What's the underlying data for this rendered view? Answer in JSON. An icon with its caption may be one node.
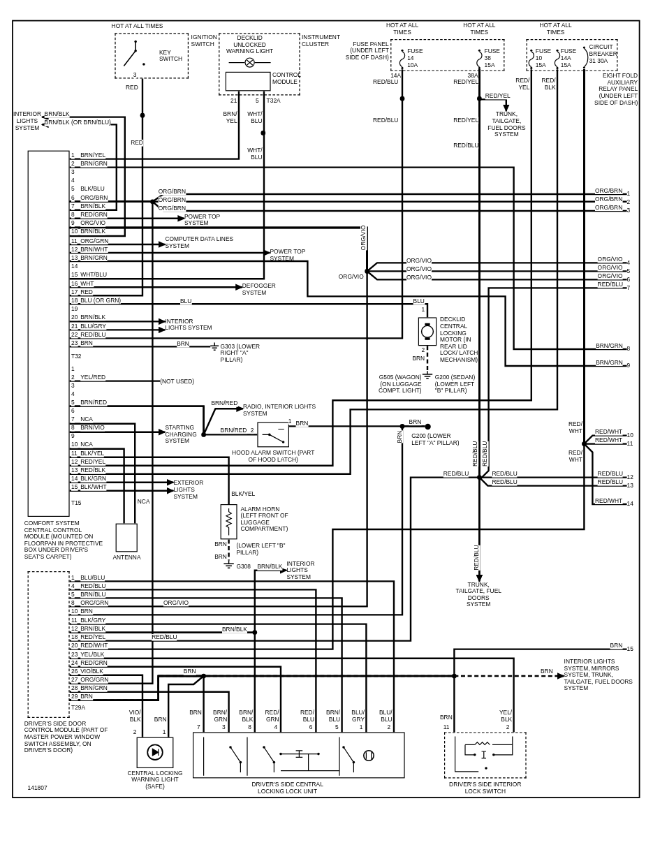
{
  "diagram": {
    "nodes": [
      {
        "text": [
          "IGNITION SWITCH",
          "KEY SWITCH"
        ]
      },
      {
        "text": [
          "INSTRUMENT CLUSTER"
        ]
      },
      {
        "text": [
          "DECKLID UNLOCKED WARNING LIGHT"
        ],
        "in": 1
      },
      {
        "text": [
          "CONTROL MODULE"
        ],
        "in": 1
      },
      {
        "text": [
          "FUSE PANEL (UNDER LEFT SIDE OF DASH)"
        ]
      },
      {
        "text": [
          "FUSE 14 10A"
        ],
        "in": 4
      },
      {
        "text": [
          "FUSE 38 15A"
        ],
        "in": 4
      },
      {
        "text": [
          "EIGHT FOLD AUXILIARY RELAY PANEL (UNDER LEFT SIDE OF DASH)"
        ]
      },
      {
        "text": [
          "FUSE 10 15A"
        ],
        "in": 7
      },
      {
        "text": [
          "FUSE 14A 15A"
        ],
        "in": 7
      },
      {
        "text": [
          "CIRCUIT BREAKER 31 30A"
        ],
        "in": 7
      },
      {
        "text": [
          "TRUNK, TAILGATE, FUEL DOORS SYSTEM"
        ]
      },
      {
        "text": [
          "INTERIOR LIGHTS SYSTEM"
        ]
      },
      {
        "text": [
          "COMFORT SYSTEM CENTRAL CONTROL MODULE (MOUNTED ON FLOORPAN IN PROTECTIVE BOX UNDER DRIVER'S SEAT'S CARPET)"
        ]
      },
      {
        "text": [
          "POWER TOP SYSTEM"
        ]
      },
      {
        "text": [
          "COMPUTER DATA LINES SYSTEM"
        ]
      },
      {
        "text": [
          "POWER TOP SYSTEM"
        ]
      },
      {
        "text": [
          "DEFOGGER SYSTEM"
        ]
      },
      {
        "text": [
          "INTERIOR LIGHTS SYSTEM"
        ]
      },
      {
        "text": [
          "G303 (LOWER RIGHT \"A\" PILLAR)"
        ]
      },
      {
        "text": [
          "(NOT USED)"
        ]
      },
      {
        "text": [
          "DECKLID CENTRAL LOCKING MOTOR (IN REAR LID LOCK/ LATCH MECHANISM)"
        ]
      },
      {
        "text": [
          "G505 (WAGON) (ON LUGGAGE COMPT. LIGHT)",
          "G200 (SEDAN) (LOWER LEFT \"B\" PILLAR)"
        ]
      },
      {
        "text": [
          "RADIO, INTERIOR LIGHTS SYSTEM"
        ]
      },
      {
        "text": [
          "STARTING CHARGING SYSTEM"
        ]
      },
      {
        "text": [
          "HOOD ALARM SWITCH (PART OF HOOD LATCH)"
        ]
      },
      {
        "text": [
          "G200 (LOWER LEFT \"A\" PILLAR)"
        ]
      },
      {
        "text": [
          "EXTERIOR LIGHTS SYSTEM"
        ]
      },
      {
        "text": [
          "ANTENNA"
        ]
      },
      {
        "text": [
          "ALARM HORN (LEFT FRONT OF LUGGAGE COMPARTMENT)"
        ]
      },
      {
        "text": [
          "(LOWER LEFT \"B\" PILLAR)",
          "G308"
        ]
      },
      {
        "text": [
          "INTERIOR LIGHTS SYSTEM"
        ]
      },
      {
        "text": [
          "TRUNK, TAILGATE, FUEL DOORS SYSTEM"
        ]
      },
      {
        "text": [
          "DRIVER'S SIDE DOOR CONTROL MODULE (PART OF MASTER POWER WINDOW SWITCH ASSEMBLY, ON DRIVER'S DOOR)"
        ]
      },
      {
        "text": [
          "CENTRAL LOCKING WARNING LIGHT (SAFE)"
        ]
      },
      {
        "text": [
          "DRIVER'S SIDE CENTRAL LOCKING LOCK UNIT"
        ]
      },
      {
        "text": [
          "INTERIOR LIGHTS SYSTEM, MIRRORS SYSTEM, TRUNK, TAILGATE, FUEL DOORS SYSTEM"
        ]
      },
      {
        "text": [
          "DRIVER'S SIDE INTERIOR LOCK SWITCH"
        ]
      },
      {
        "text": [
          "1"
        ]
      },
      {
        "text": [
          "2"
        ]
      },
      {
        "text": [
          "3"
        ]
      },
      {
        "text": [
          "4"
        ]
      },
      {
        "text": [
          "5"
        ]
      },
      {
        "text": [
          "6"
        ]
      },
      {
        "text": [
          "7"
        ]
      },
      {
        "text": [
          "8"
        ]
      },
      {
        "text": [
          "9"
        ]
      },
      {
        "text": [
          "10"
        ]
      },
      {
        "text": [
          "11"
        ]
      },
      {
        "text": [
          "12"
        ]
      },
      {
        "text": [
          "13"
        ]
      },
      {
        "text": [
          "14"
        ]
      },
      {
        "text": [
          "15"
        ]
      }
    ],
    "edges": [
      {
        "from": 0,
        "to": 13,
        "arrow": "none",
        "label": "RED"
      },
      {
        "from": 3,
        "to": 13,
        "arrow": "none",
        "label": "BRN/ YEL"
      },
      {
        "from": 3,
        "to": 13,
        "arrow": "none",
        "label": "WHT/ BLU"
      },
      {
        "from": 13,
        "to": 12,
        "arrow": "to",
        "label": "BRN/BLK (OR BRN/BLU)"
      },
      {
        "from": 13,
        "to": 12,
        "arrow": "to",
        "label": "BRN/BLK"
      },
      {
        "from": 13,
        "to": 45,
        "arrow": "none"
      },
      {
        "from": 13,
        "to": 46,
        "arrow": "none"
      },
      {
        "from": 13,
        "to": 38,
        "arrow": "none",
        "label": "ORG/BRN"
      },
      {
        "from": 13,
        "to": 39,
        "arrow": "none",
        "label": "ORG/BRN"
      },
      {
        "from": 13,
        "to": 40,
        "arrow": "none",
        "label": "ORG/BRN"
      },
      {
        "from": 13,
        "to": 33,
        "arrow": "none"
      },
      {
        "from": 13,
        "to": 14,
        "arrow": "to"
      },
      {
        "from": 13,
        "to": 41,
        "arrow": "none",
        "label": "ORG/VIO"
      },
      {
        "from": 13,
        "to": 42,
        "arrow": "none",
        "label": "ORG/VIO"
      },
      {
        "from": 13,
        "to": 43,
        "arrow": "none",
        "label": "ORG/VIO"
      },
      {
        "from": 13,
        "to": 33,
        "arrow": "none",
        "label": "ORG/VIO"
      },
      {
        "from": 13,
        "to": 15,
        "arrow": "to"
      },
      {
        "from": 13,
        "to": 16,
        "arrow": "to"
      },
      {
        "from": 13,
        "to": 17,
        "arrow": "to"
      },
      {
        "from": 13,
        "to": 21,
        "arrow": "none",
        "label": "BLU"
      },
      {
        "from": 21,
        "to": 22,
        "arrow": "none",
        "label": "BRN",
        "style": "dashed"
      },
      {
        "from": 13,
        "to": 18,
        "arrow": "to"
      },
      {
        "from": 13,
        "to": 18,
        "arrow": "to"
      },
      {
        "from": 5,
        "to": 13,
        "arrow": "none",
        "label": "RED/BLU"
      },
      {
        "from": 13,
        "to": 19,
        "arrow": "none",
        "label": "BRN"
      },
      {
        "from": 13,
        "to": 20,
        "arrow": "none"
      },
      {
        "from": 13,
        "to": 23,
        "arrow": "to",
        "label": "BRN/RED"
      },
      {
        "from": 13,
        "to": 25,
        "arrow": "none",
        "label": "BRN/RED"
      },
      {
        "from": 13,
        "to": 24,
        "arrow": "to"
      },
      {
        "from": 25,
        "to": 26,
        "arrow": "none",
        "label": "BRN"
      },
      {
        "from": 33,
        "to": 26,
        "arrow": "none",
        "label": "BRN"
      },
      {
        "from": 13,
        "to": 28,
        "arrow": "none",
        "label": "NCA"
      },
      {
        "from": 13,
        "to": 28,
        "arrow": "none"
      },
      {
        "from": 13,
        "to": 29,
        "arrow": "none",
        "label": "BLK/YEL"
      },
      {
        "from": 29,
        "to": 30,
        "arrow": "none",
        "label": "BRN",
        "style": "dashed"
      },
      {
        "from": 8,
        "to": 13,
        "arrow": "none",
        "label": "RED/ YEL"
      },
      {
        "from": 9,
        "to": 13,
        "arrow": "none",
        "label": "RED/ BLK"
      },
      {
        "from": 13,
        "to": 27,
        "arrow": "to"
      },
      {
        "from": 13,
        "to": 27,
        "arrow": "to"
      },
      {
        "from": 10,
        "to": 47,
        "arrow": "none",
        "label": "RED/ WHT"
      },
      {
        "from": 10,
        "to": 48,
        "arrow": "none"
      },
      {
        "from": 10,
        "to": 51,
        "arrow": "none",
        "label": "RED/ WHT"
      },
      {
        "from": 10,
        "to": 33,
        "arrow": "none"
      },
      {
        "from": 6,
        "to": 11,
        "arrow": "to",
        "label": "RED/YEL"
      },
      {
        "from": 6,
        "to": 49,
        "arrow": "none",
        "label": "RED/BLU"
      },
      {
        "from": 6,
        "to": 50,
        "arrow": "none",
        "label": "RED/BLU"
      },
      {
        "from": 6,
        "to": 32,
        "arrow": "to",
        "label": "RED/BLU"
      },
      {
        "from": 6,
        "to": 33,
        "arrow": "none",
        "label": "RED/BLU"
      },
      {
        "from": 44,
        "to": 32,
        "arrow": "to",
        "label": "RED/BLU"
      },
      {
        "from": 33,
        "to": 35,
        "arrow": "none"
      },
      {
        "from": 33,
        "to": 35,
        "arrow": "none"
      },
      {
        "from": 33,
        "to": 35,
        "arrow": "none"
      },
      {
        "from": 33,
        "to": 35,
        "arrow": "none"
      },
      {
        "from": 33,
        "to": 31,
        "arrow": "to",
        "label": "BRN/BLK"
      },
      {
        "from": 33,
        "to": 35,
        "arrow": "none"
      },
      {
        "from": 33,
        "to": 37,
        "arrow": "none"
      },
      {
        "from": 33,
        "to": 35,
        "arrow": "none"
      },
      {
        "from": 33,
        "to": 34,
        "arrow": "none"
      },
      {
        "from": 33,
        "to": 35,
        "arrow": "none"
      },
      {
        "from": 33,
        "to": 35,
        "arrow": "none",
        "label": "BRN"
      },
      {
        "from": 33,
        "to": 34,
        "arrow": "none"
      },
      {
        "from": 33,
        "to": 36,
        "arrow": "to",
        "label": "BRN",
        "style": "dashed"
      },
      {
        "from": 33,
        "to": 52,
        "arrow": "none"
      },
      {
        "from": 33,
        "to": 37,
        "arrow": "none"
      }
    ],
    "labels": [
      "HOT AT ALL TIMES",
      "HOT AT ALL TIMES",
      "HOT AT ALL TIMES",
      "HOT AT ALL TIMES",
      "3",
      "21",
      "5",
      "T32A",
      "14A",
      "38A",
      "1",
      "2",
      "3",
      "4",
      "5",
      "6",
      "7",
      "8",
      "9",
      "10",
      "11",
      "12",
      "13",
      "14",
      "15",
      "16",
      "17",
      "18",
      "19",
      "20",
      "21",
      "22",
      "23",
      "T32",
      "BRN/YEL",
      "BRN/GRN",
      "BLK/BLU",
      "ORG/BRN",
      "BRN/BLK",
      "RED/GRN",
      "ORG/VIO",
      "BRN/BLK",
      "ORG/GRN",
      "BRN/WHT",
      "BRN/GRN",
      "WHT/BLU",
      "WHT",
      "RED",
      "BLU (OR GRN)",
      "BRN/BLK",
      "BLU/GRY",
      "RED/BLU",
      "BRN",
      "1",
      "2",
      "3",
      "4",
      "5",
      "6",
      "7",
      "8",
      "9",
      "10",
      "11",
      "12",
      "13",
      "14",
      "15",
      "T15",
      "YEL/RED",
      "BRN/RED",
      "NCA",
      "BRN/VIO",
      "NCA",
      "BLK/YEL",
      "RED/YEL",
      "RED/BLK",
      "BLK/GRN",
      "BLK/WHT",
      "1",
      "4",
      "5",
      "8",
      "10",
      "11",
      "12",
      "18",
      "20",
      "23",
      "24",
      "26",
      "27",
      "28",
      "29",
      "T29A",
      "BLU/BLU",
      "RED/BLU",
      "BRN/BLU",
      "ORG/GRN",
      "BRN",
      "BLK/GRY",
      "BRN/BLK",
      "RED/YEL",
      "RED/WHT",
      "YEL/BLK",
      "RED/GRN",
      "VIO/BLK",
      "ORG/GRN",
      "BRN/GRN",
      "BRN",
      "ORG/BRN",
      "ORG/BRN",
      "ORG/BRN",
      "ORG/VIO",
      "ORG/VIO",
      "ORG/VIO",
      "RED/BLU",
      "BRN/GRN",
      "BRN/GRN",
      "RED/WHT",
      "RED/WHT",
      "RED/BLU",
      "RED/BLU",
      "RED/WHT",
      "BRN",
      "1",
      "2",
      "1",
      "2",
      "2",
      "1",
      "7",
      "3",
      "8",
      "4",
      "6",
      "5",
      "1",
      "2",
      "11",
      "2",
      "VIO/ BLK",
      "BRN",
      "BRN",
      "BRN/ GRN",
      "BRN/ BLK",
      "RED/ GRN",
      "RED/ BLU",
      "BRN/ BLU",
      "BLU/ GRY",
      "BLU/ BLU",
      "BRN",
      "YEL/ BLK",
      "RED",
      "WHT/ BLU",
      "BLU",
      "BRN",
      "RED/BLU",
      "RED/YEL",
      "RED/YEL",
      "RED/BLU",
      "BRN",
      "ORG/VIO",
      "ORG/VIO",
      "RED/BLU",
      "RED/BLU",
      "BRN/BLK",
      "141807"
    ]
  }
}
